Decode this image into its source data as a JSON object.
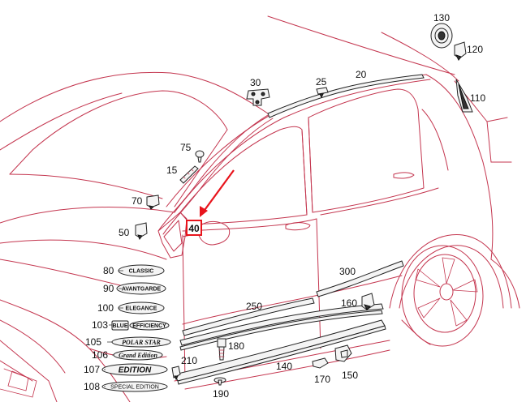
{
  "highlight": {
    "number": "40",
    "color": "#e8141c"
  },
  "line_color": "#c4364f",
  "callouts": [
    {
      "id": "130",
      "label": "130"
    },
    {
      "id": "120",
      "label": "120"
    },
    {
      "id": "110",
      "label": "110"
    },
    {
      "id": "20",
      "label": "20"
    },
    {
      "id": "25",
      "label": "25"
    },
    {
      "id": "30",
      "label": "30"
    },
    {
      "id": "75",
      "label": "75"
    },
    {
      "id": "15",
      "label": "15"
    },
    {
      "id": "70",
      "label": "70"
    },
    {
      "id": "50",
      "label": "50"
    },
    {
      "id": "80",
      "label": "80"
    },
    {
      "id": "90",
      "label": "90"
    },
    {
      "id": "100",
      "label": "100"
    },
    {
      "id": "103",
      "label": "103"
    },
    {
      "id": "105",
      "label": "105"
    },
    {
      "id": "106",
      "label": "106"
    },
    {
      "id": "107",
      "label": "107"
    },
    {
      "id": "108",
      "label": "108"
    },
    {
      "id": "300",
      "label": "300"
    },
    {
      "id": "250",
      "label": "250"
    },
    {
      "id": "160",
      "label": "160"
    },
    {
      "id": "180",
      "label": "180"
    },
    {
      "id": "210",
      "label": "210"
    },
    {
      "id": "140",
      "label": "140"
    },
    {
      "id": "170",
      "label": "170"
    },
    {
      "id": "150",
      "label": "150"
    },
    {
      "id": "190",
      "label": "190"
    }
  ],
  "badges": {
    "classic": "CLASSIC",
    "avantgarde": "AVANTGARDE",
    "elegance": "ELEGANCE",
    "blue": "BLUE",
    "efficiency": "EFFICIENCY",
    "polar_star": "POLAR STAR",
    "grand_edition": "Grand Edition",
    "edition": "EDITION",
    "special_edition": "SPECIAL EDITION"
  }
}
